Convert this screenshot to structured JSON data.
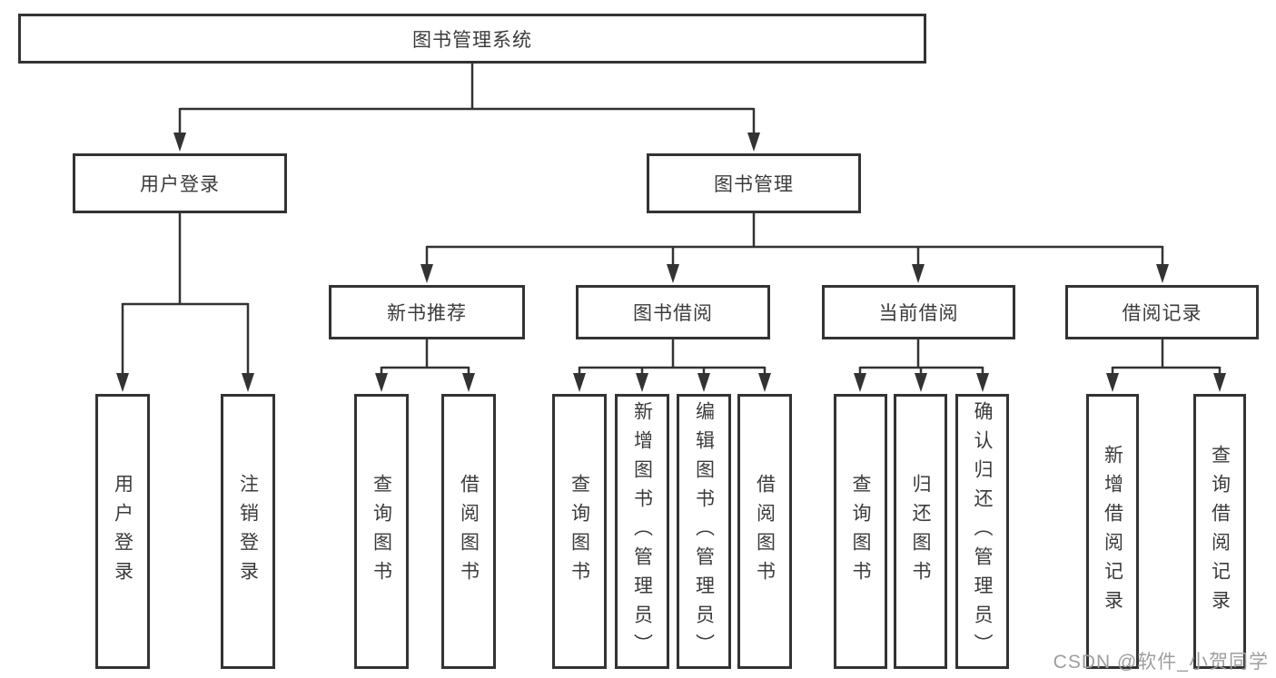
{
  "tree": {
    "label": "图书管理系统",
    "children": [
      {
        "label": "用户登录",
        "children": [
          {
            "label": "用户登录"
          },
          {
            "label": "注销登录"
          }
        ]
      },
      {
        "label": "图书管理",
        "children": [
          {
            "label": "新书推荐",
            "children": [
              {
                "label": "查询图书"
              },
              {
                "label": "借阅图书"
              }
            ]
          },
          {
            "label": "图书借阅",
            "children": [
              {
                "label": "查询图书"
              },
              {
                "label": "新增图书（管理员）"
              },
              {
                "label": "编辑图书（管理员）"
              },
              {
                "label": "借阅图书"
              }
            ]
          },
          {
            "label": "当前借阅",
            "children": [
              {
                "label": "查询图书"
              },
              {
                "label": "归还图书"
              },
              {
                "label": "确认归还（管理员）"
              }
            ]
          },
          {
            "label": "借阅记录",
            "children": [
              {
                "label": "新增借阅记录"
              },
              {
                "label": "查询借阅记录"
              }
            ]
          }
        ]
      }
    ]
  },
  "watermark": "CSDN @软件_小贺同学",
  "colors": {
    "box_border": "#333333",
    "text": "#3b3b3b",
    "connector": "#333333",
    "watermark": "#9e9e9e",
    "background": "#ffffff"
  }
}
